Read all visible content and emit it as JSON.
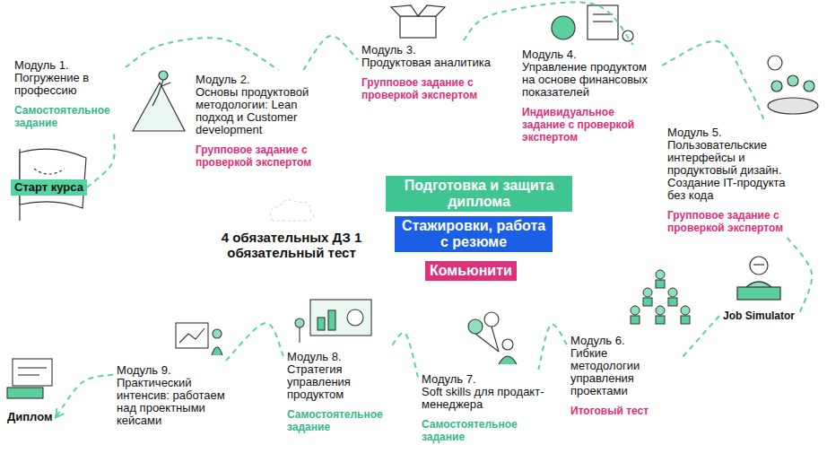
{
  "diagram": {
    "nodes": [
      {
        "text": [
          "Старт курса"
        ]
      },
      {
        "text": [
          "Модуль 1.",
          "Погружение в профессию",
          "Самостоятельное задание"
        ]
      },
      {
        "text": [
          "Модуль 2.",
          "Основы продуктовой методологии: Lean подход и Customer development",
          "Групповое задание с проверкой экспертом"
        ]
      },
      {
        "text": [
          "Модуль 3.",
          "Продуктовая аналитика",
          "Групповое задание с проверкой экспертом"
        ]
      },
      {
        "text": [
          "Модуль 4.",
          "Управление продуктом на основе финансовых показателей",
          "Индивидуальное задание с проверкой экспертом"
        ]
      },
      {
        "text": [
          "Модуль 5.",
          "Пользовательские интерфейсы и продуктовый дизайн. Создание IT-продукта без кода",
          "Групповое задание с проверкой экспертом"
        ]
      },
      {
        "text": [
          "Job Simulator"
        ]
      },
      {
        "text": [
          "Модуль 6.",
          "Гибкие методологии управления проектами",
          "Итоговый тест"
        ]
      },
      {
        "text": [
          "Модуль 7.",
          "Soft skills для продакт-менеджера",
          "Самостоятельное задание"
        ]
      },
      {
        "text": [
          "Модуль 8.",
          "Стратегия управления продуктом",
          "Самостоятельное задание"
        ]
      },
      {
        "text": [
          "Модуль 9.",
          "Практический интенсив: работаем над проектными кейсами"
        ]
      },
      {
        "text": [
          "Диплом"
        ]
      },
      {
        "text": [
          "Подготовка и защита диплома"
        ]
      },
      {
        "text": [
          "Стажировки, работа с резюме"
        ]
      },
      {
        "text": [
          "Комьюнити"
        ]
      }
    ],
    "edges": [
      {
        "from": 0,
        "to": 1,
        "arrow": "none"
      },
      {
        "from": 1,
        "to": 2,
        "arrow": "none"
      },
      {
        "from": 2,
        "to": 3,
        "arrow": "none"
      },
      {
        "from": 3,
        "to": 4,
        "arrow": "none"
      },
      {
        "from": 4,
        "to": 5,
        "arrow": "none"
      },
      {
        "from": 5,
        "to": 6,
        "arrow": "none"
      },
      {
        "from": 6,
        "to": 7,
        "arrow": "none"
      },
      {
        "from": 7,
        "to": 8,
        "arrow": "none"
      },
      {
        "from": 8,
        "to": 9,
        "arrow": "none"
      },
      {
        "from": 9,
        "to": 10,
        "arrow": "none"
      },
      {
        "from": 10,
        "to": 11,
        "arrow": "to"
      }
    ],
    "labels": [
      "4 обязательных ДЗ 1 обязательный тест"
    ]
  }
}
